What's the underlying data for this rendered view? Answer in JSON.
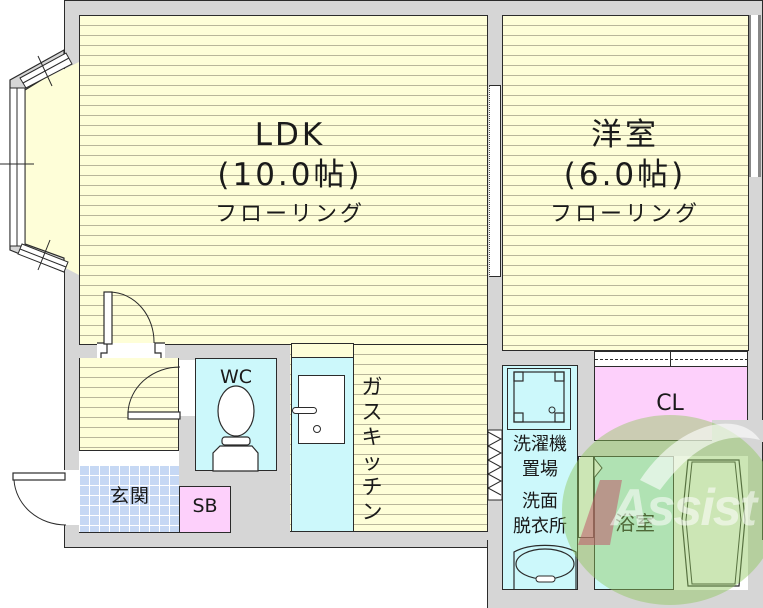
{
  "floorplan": {
    "rooms": {
      "ldk": {
        "name": "LDK",
        "size": "(10.0帖)",
        "flooring": "フローリング"
      },
      "western": {
        "name": "洋室",
        "size": "(6.0帖)",
        "flooring": "フローリング"
      },
      "kitchen": {
        "label": "ガスキッチン"
      },
      "wc": {
        "label": "WC"
      },
      "entrance": {
        "label": "玄関"
      },
      "shoebox": {
        "label": "SB"
      },
      "closet": {
        "label": "CL"
      },
      "laundry": {
        "line1": "洗濯機",
        "line2": "置場"
      },
      "washroom": {
        "line1": "洗面",
        "line2": "脱衣所"
      },
      "bathroom": {
        "label": "浴室"
      }
    },
    "watermark": {
      "text": "Assist"
    },
    "colors": {
      "wall": "#d6d6d6",
      "floor": "#fefed8",
      "wet_area": "#ccf8fb",
      "storage": "#fdd0fb",
      "entrance_tile": "#c6d8f4",
      "watermark_green": "#8fc85a"
    }
  }
}
